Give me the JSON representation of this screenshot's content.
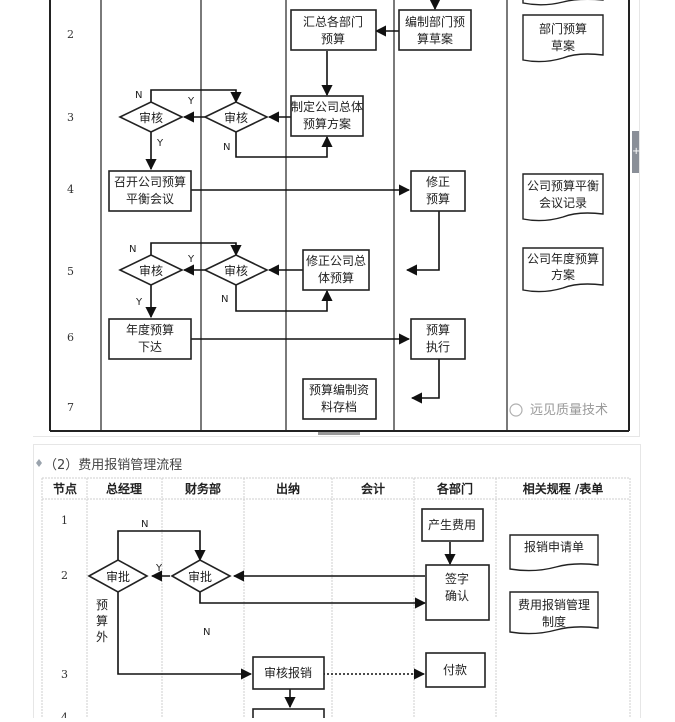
{
  "panel1": {
    "row_numbers": [
      "2",
      "3",
      "4",
      "5",
      "6",
      "7"
    ],
    "boxes": {
      "summarize_dept_budgets": [
        "汇总各部门",
        "预算"
      ],
      "prepare_dept_draft": [
        "编制部门预",
        "算草案"
      ],
      "draft_company_plan": [
        "制定公司总体",
        "预算方案"
      ],
      "balance_meeting": [
        "召开公司预算",
        "平衡会议"
      ],
      "revise_budget": [
        "修正",
        "预算"
      ],
      "revise_company_budget": [
        "修正公司总",
        "体预算"
      ],
      "annual_budget_issue": [
        "年度预算",
        "下达"
      ],
      "budget_execution": [
        "预算",
        "执行"
      ],
      "archive_materials": [
        "预算编制资",
        "料存档"
      ]
    },
    "decisions": {
      "review_label": "审核",
      "yes": "Y",
      "no": "N"
    },
    "documents": {
      "dept_draft_doc": [
        "部门预算",
        "草案"
      ],
      "meeting_record_doc": [
        "公司预算平衡",
        "会议记录"
      ],
      "annual_plan_doc": [
        "公司年度预算",
        "方案"
      ]
    },
    "watermark": "远见质量技术",
    "scrollbar_plus": "+"
  },
  "panel2": {
    "title": "（2）费用报销管理流程",
    "headers": [
      "节点",
      "总经理",
      "财务部",
      "出纳",
      "会计",
      "各部门",
      "相关规程 /表单"
    ],
    "row_numbers": [
      "1",
      "2",
      "3",
      "4"
    ],
    "boxes": {
      "incur_expense": [
        "产生费用"
      ],
      "sign_confirm": [
        "签字",
        "确认"
      ],
      "review_reimbursement": [
        "审核报销"
      ],
      "payment": [
        "付款"
      ]
    },
    "decisions": {
      "approve_label": "审批",
      "yes": "Y",
      "no": "N",
      "over_budget": [
        "预",
        "算",
        "外"
      ]
    },
    "documents": {
      "reimbursement_form": [
        "报销申请单"
      ],
      "reimbursement_policy": [
        "费用报销管理",
        "制度"
      ]
    }
  }
}
